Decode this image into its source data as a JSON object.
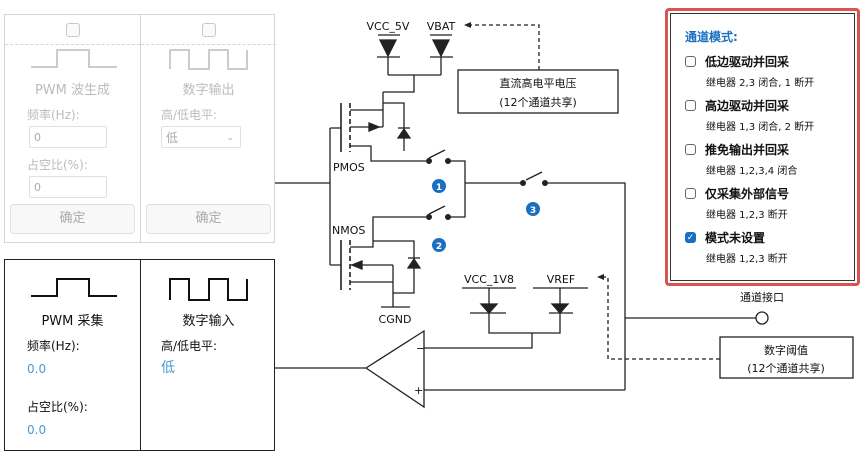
{
  "output_panel": {
    "pwm": {
      "title": "PWM 波生成",
      "freq_label": "频率(Hz):",
      "freq_value": "0",
      "duty_label": "占空比(%):",
      "duty_value": "0",
      "confirm": "确定",
      "enabled": false
    },
    "digital": {
      "title": "数字输出",
      "level_label": "高/低电平:",
      "level_value": "低",
      "confirm": "确定",
      "enabled": false
    }
  },
  "input_panel": {
    "pwm": {
      "title": "PWM 采集",
      "freq_label": "频率(Hz):",
      "freq_value": "0.0",
      "duty_label": "占空比(%):",
      "duty_value": "0.0"
    },
    "digital": {
      "title": "数字输入",
      "level_label": "高/低电平:",
      "level_value": "低"
    }
  },
  "schematic": {
    "vcc5v": "VCC_5V",
    "vbat": "VBAT",
    "pmos": "PMOS",
    "nmos": "NMOS",
    "cgnd": "CGND",
    "vcc1v8": "VCC_1V8",
    "vref": "VREF",
    "minus": "−",
    "plus": "+",
    "relays": [
      "1",
      "2",
      "3"
    ],
    "dc_box": {
      "line1": "直流高电平电压",
      "line2": "(12个通道共享)"
    },
    "threshold_box": {
      "line1": "数字阈值",
      "line2": "(12个通道共享)"
    },
    "port": "通道接口",
    "badge_color": "#1a6fc0"
  },
  "modes": {
    "title": "通道模式:",
    "items": [
      {
        "label": "低边驱动并回采",
        "desc": "继电器 2,3 闭合, 1 断开",
        "checked": false
      },
      {
        "label": "高边驱动并回采",
        "desc": "继电器 1,3 闭合, 2 断开",
        "checked": false
      },
      {
        "label": "推免输出并回采",
        "desc": "继电器 1,2,3,4 闭合",
        "checked": false
      },
      {
        "label": "仅采集外部信号",
        "desc": "继电器 1,2,3 断开",
        "checked": false
      },
      {
        "label": "模式未设置",
        "desc": "继电器 1,2,3 断开",
        "checked": true
      }
    ],
    "highlight_color": "#d9534f"
  }
}
